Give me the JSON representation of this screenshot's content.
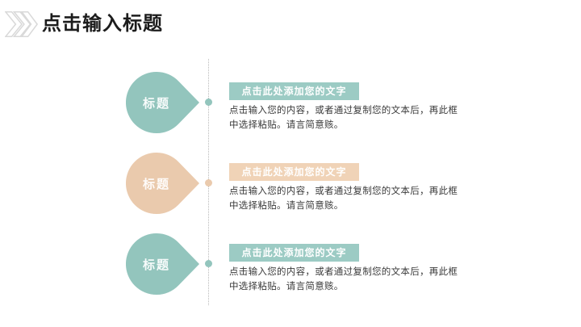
{
  "header": {
    "title": "点击输入标题",
    "chevrons_icon": "double-right-chevrons"
  },
  "colors": {
    "background": "#FFFFFF",
    "title_text": "#1C1C1C",
    "body_text": "#3A3A3A",
    "heading_text": "#FFFFFF",
    "dotted_line": "#B9B9B9",
    "chevron_outline": "#D9D9D9",
    "teal": "#93C5BD",
    "peach": "#EACAAD"
  },
  "rows": [
    {
      "label": "标题",
      "heading": "点击此处添加您的文字",
      "body": "点击输入您的内容，或者通过复制您的文本后，再此框中选择粘贴。请言简意赅。",
      "theme": "teal",
      "shape_color": "#93C5BD",
      "bar_color": "#9CCBC4"
    },
    {
      "label": "标题",
      "heading": "点击此处添加您的文字",
      "body": "点击输入您的内容，或者通过复制您的文本后，再此框中选择粘贴。请言简意赅。",
      "theme": "peach",
      "shape_color": "#EACAAD",
      "bar_color": "#F0D3B7"
    },
    {
      "label": "标题",
      "heading": "点击此处添加您的文字",
      "body": "点击输入您的内容，或者通过复制您的文本后，再此框中选择粘贴。请言简意赅。",
      "theme": "teal",
      "shape_color": "#93C5BD",
      "bar_color": "#9CCBC4"
    }
  ]
}
